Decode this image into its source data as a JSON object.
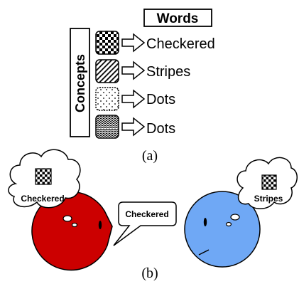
{
  "panel_a": {
    "words_header": "Words",
    "concepts_label": "Concepts",
    "rows": [
      {
        "pattern": "checkered",
        "word": "Checkered"
      },
      {
        "pattern": "stripes",
        "word": "Stripes"
      },
      {
        "pattern": "dots",
        "word": "Dots"
      },
      {
        "pattern": "waves",
        "word": "Dots"
      }
    ],
    "caption": "(a)"
  },
  "panel_b": {
    "left_agent": {
      "color": "#cc0000",
      "thought_pattern": "checkered",
      "thought_label": "Checkered",
      "speech_label": "Checkered"
    },
    "right_agent": {
      "color": "#6fa8f5",
      "thought_pattern": "checkered",
      "thought_label": "Stripes"
    },
    "caption": "(b)"
  }
}
